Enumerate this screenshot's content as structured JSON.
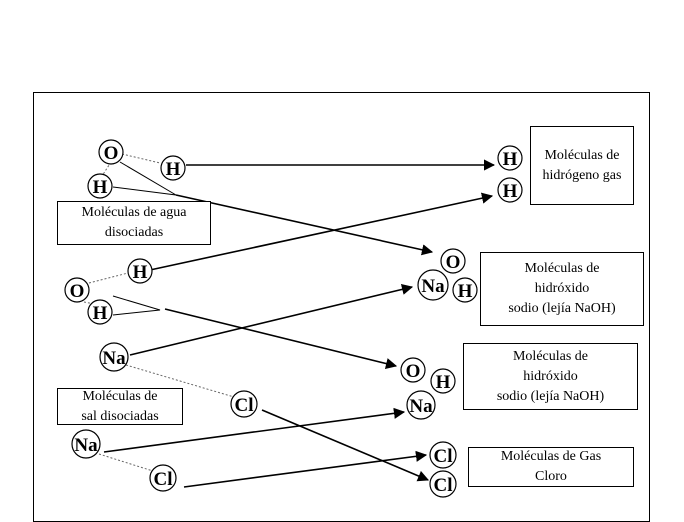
{
  "atoms": {
    "water1_o": "O",
    "water1_h1": "H",
    "water1_h2": "H",
    "water2_o": "O",
    "water2_h1": "H",
    "water2_h2": "H",
    "salt1_na": "Na",
    "salt1_cl": "Cl",
    "salt2_na": "Na",
    "salt2_cl": "Cl",
    "prod_h2_a": "H",
    "prod_h2_b": "H",
    "prod_naoh1_o": "O",
    "prod_naoh1_na": "Na",
    "prod_naoh1_h": "H",
    "prod_naoh2_o": "O",
    "prod_naoh2_h": "H",
    "prod_naoh2_na": "Na",
    "prod_cl2_a": "Cl",
    "prod_cl2_b": "Cl"
  },
  "labels": {
    "water": "Moléculas de agua\ndisociadas",
    "salt": "Moléculas de\nsal disociadas",
    "hydrogen": "Moléculas de\nhidrógeno gas",
    "naoh1": "Moléculas de\nhidróxido\nsodio (lejía NaOH)",
    "naoh2": "Moléculas de\nhidróxido\nsodio (lejía NaOH)",
    "chlorine": "Moléculas de Gas\nCloro"
  }
}
